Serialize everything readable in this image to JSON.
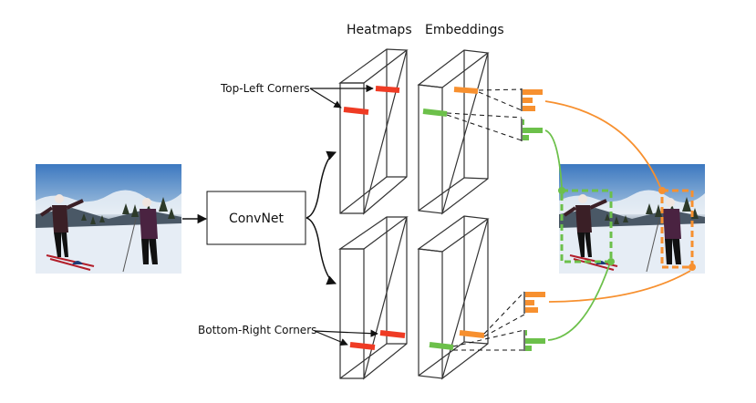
{
  "headers": {
    "heatmaps": "Heatmaps",
    "embeddings": "Embeddings"
  },
  "labels": {
    "top_left": "Top-Left Corners",
    "bottom_right": "Bottom-Right Corners",
    "convnet": "ConvNet"
  },
  "colors": {
    "heatmap_mark": "#ef3b24",
    "embedding_orange": "#f7902f",
    "embedding_green": "#6cc04a",
    "outline": "#333333"
  },
  "images": {
    "input": "input-ski-photo",
    "output": "output-ski-photo-with-boxes"
  }
}
